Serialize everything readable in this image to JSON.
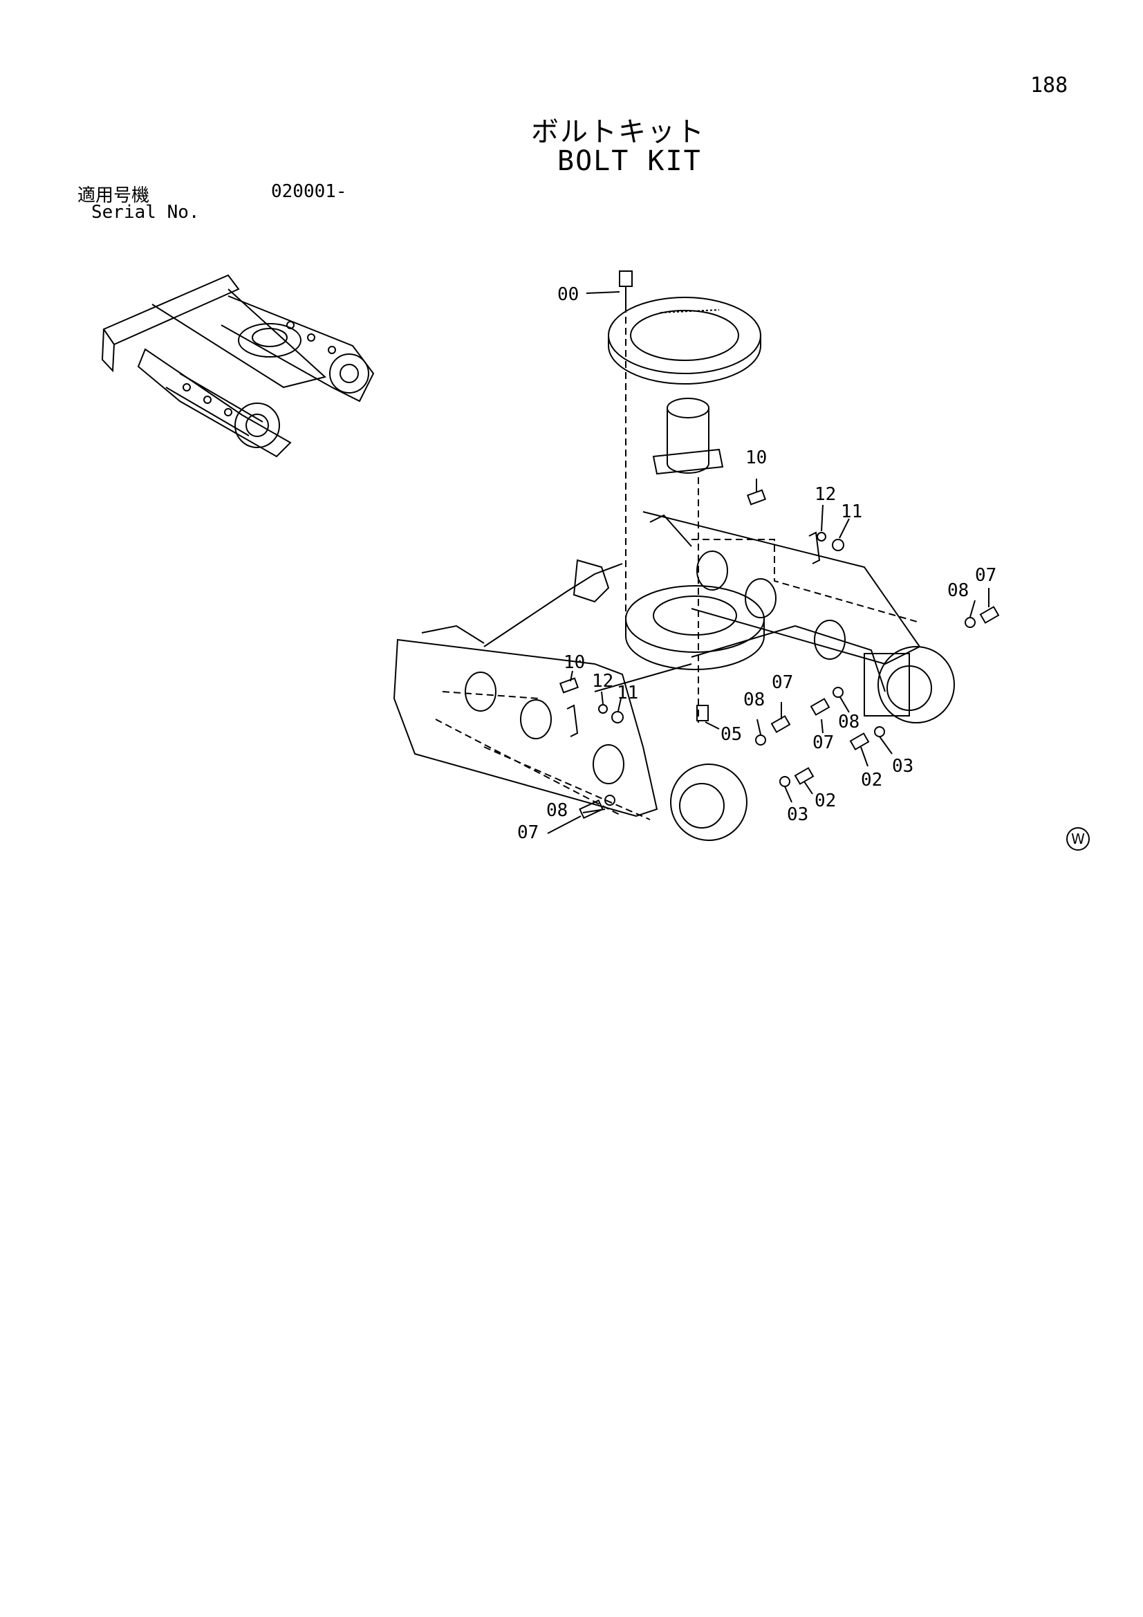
{
  "page": {
    "number": "188",
    "title_ja": "ボルトキット",
    "title_en": "BOLT KIT",
    "serial_label_ja": "適用号機",
    "serial_value": "020001-",
    "serial_label_en": "Serial No.",
    "corner_mark": "W"
  },
  "callouts": [
    "00",
    "10",
    "12",
    "11",
    "08",
    "07",
    "10",
    "12",
    "11",
    "08",
    "07",
    "05",
    "08",
    "07",
    "02",
    "03",
    "03",
    "02",
    "08",
    "07"
  ]
}
